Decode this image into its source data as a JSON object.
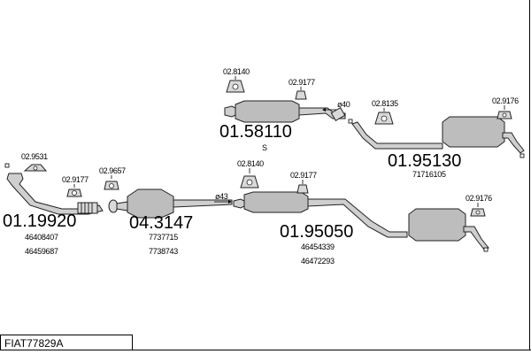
{
  "reference": "FIAT77829A",
  "parts": {
    "front_pipe": {
      "code": "01.19920",
      "oem": [
        "46408407",
        "46459687"
      ]
    },
    "catalyst": {
      "code": "04.3147",
      "oem": [
        "7737715",
        "7738743"
      ]
    },
    "middle_silencer": {
      "code": "01.95050",
      "oem": [
        "46454339",
        "46472293"
      ]
    },
    "middle_silencer_alt": {
      "code": "01.58110",
      "note": "S"
    },
    "rear_silencer": {
      "code": "01.95130",
      "oem": [
        "71716105"
      ]
    }
  },
  "fittings": {
    "f_9531": "02.9531",
    "f_9177_a": "02.9177",
    "f_9657": "02.9657",
    "f_8140_a": "02.8140",
    "f_9177_b": "02.9177",
    "f_8140_b": "02.8140",
    "f_9177_c": "02.9177",
    "f_8135": "02.8135",
    "f_9176_a": "02.9176",
    "f_9176_b": "02.9176"
  },
  "diameters": {
    "d40": "ø40",
    "d43": "ø43"
  }
}
